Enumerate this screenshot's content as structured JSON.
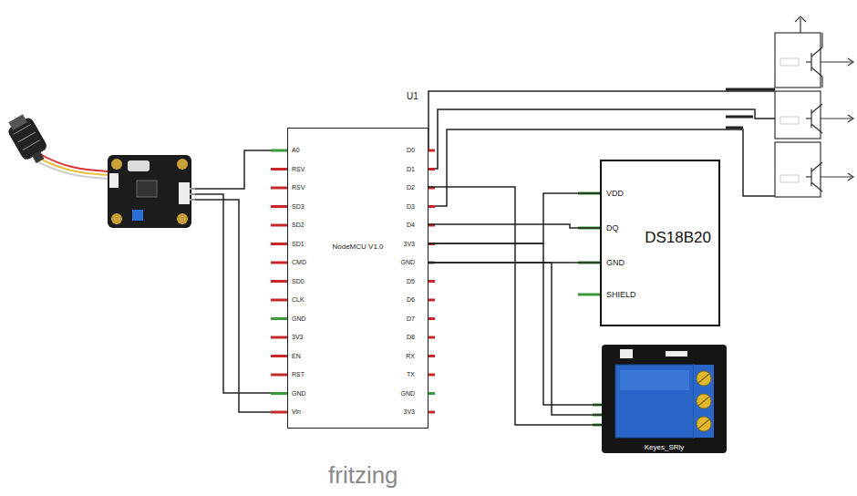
{
  "diagram": {
    "nodes": [
      {
        "text": [
          "NodeMCU V1.0"
        ]
      },
      {
        "text": [
          "DS18B20"
        ]
      },
      {
        "text": [
          "Keyes_SRly"
        ]
      }
    ],
    "edges": [
      {
        "from": 0,
        "to": 1,
        "arrow": "none"
      },
      {
        "from": 0,
        "to": 1,
        "arrow": "none"
      },
      {
        "from": 0,
        "to": 1,
        "arrow": "none"
      },
      {
        "from": 0,
        "to": 2,
        "arrow": "none"
      },
      {
        "from": 0,
        "to": 2,
        "arrow": "none"
      },
      {
        "from": 0,
        "to": 2,
        "arrow": "none"
      }
    ],
    "labels": [
      "U1",
      "A0",
      "RSV",
      "RSV",
      "SD3",
      "SD2",
      "SD1",
      "CMD",
      "SD0",
      "CLK",
      "GND",
      "3V3",
      "EN",
      "RST",
      "GND",
      "Vin",
      "D0",
      "D1",
      "D2",
      "D3",
      "D4",
      "3V3",
      "GND",
      "D5",
      "D6",
      "D7",
      "D8",
      "RX",
      "TX",
      "GND",
      "3V3",
      "VDD",
      "DQ",
      "GND",
      "SHIELD",
      "fritzing"
    ]
  }
}
